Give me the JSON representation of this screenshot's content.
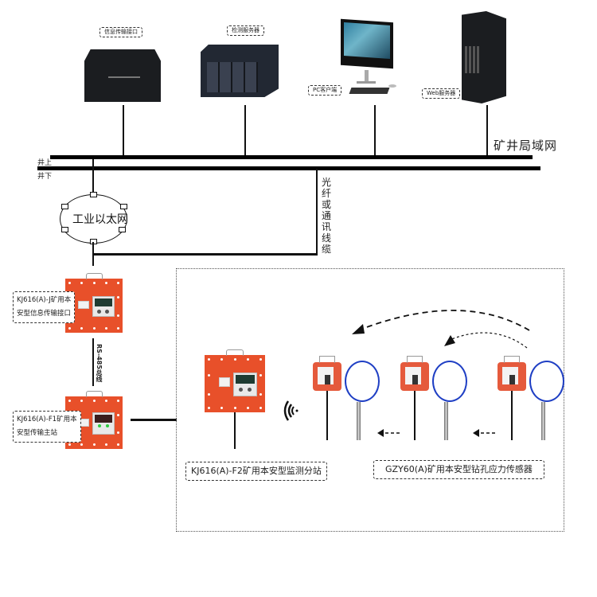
{
  "surface": {
    "labels": {
      "info_interface": "信息传输接口",
      "monitor_server": "检测服务器",
      "pc_client": "PC客户端",
      "web_server": "Web服务器"
    },
    "lan_label": "矿井局域网"
  },
  "levels": {
    "above": "井上",
    "below": "井下"
  },
  "network": {
    "ethernet_label": "工业以太网",
    "fiber_label": "光纤或通讯线缆",
    "rs485_label": "RS-485总线"
  },
  "underground": {
    "interface_label_line1": "KJ616(A)-J矿用本",
    "interface_label_line2": "安型信息传输接口",
    "main_station_line1": "KJ616(A)-F1矿用本",
    "main_station_line2": "安型传输主站",
    "substation_label": "KJ616(A)-F2矿用本安型监测分站",
    "sensor_label": "GZY60(A)矿用本安型钻孔应力传感器"
  },
  "colors": {
    "device_orange": "#e8502a",
    "sensor_cable_blue": "#1f3fc4",
    "bus_black": "#000000"
  },
  "icons": {
    "wireless": "wireless-signal-icon"
  }
}
